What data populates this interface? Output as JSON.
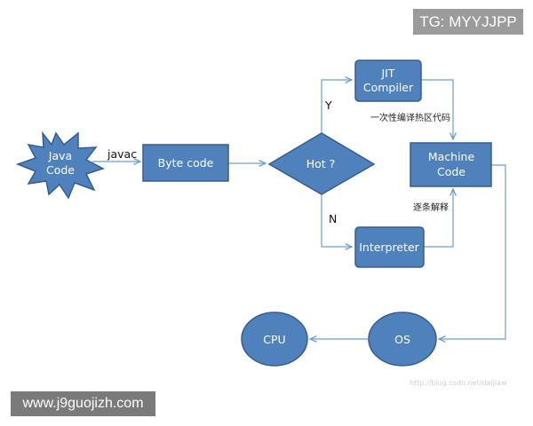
{
  "watermarks": {
    "top_right": "TG: MYYJJPP",
    "bottom_left": "www.j9guojizh.com",
    "faint_url": "http://blog.csdn.net/daijiaw"
  },
  "diagram": {
    "nodes": {
      "java_code": [
        "Java",
        "Code"
      ],
      "byte_code": [
        "Byte code"
      ],
      "hot_decision": [
        "Hot ?"
      ],
      "jit_compiler": [
        "JIT",
        "Compiler"
      ],
      "interpreter": [
        "Interpreter"
      ],
      "machine_code": [
        "Machine",
        "Code"
      ],
      "os": [
        "OS"
      ],
      "cpu": [
        "CPU"
      ]
    },
    "edge_labels": {
      "javac": "javac",
      "yes": "Y",
      "no": "N",
      "hotspot_compile": "一次性编译热区代码",
      "line_interpret": "逐条解释"
    }
  },
  "colors": {
    "node_fill": "#4f81bd",
    "node_stroke": "#385d8a",
    "connector": "#6d9fd3",
    "page_background": "#ffffff"
  }
}
